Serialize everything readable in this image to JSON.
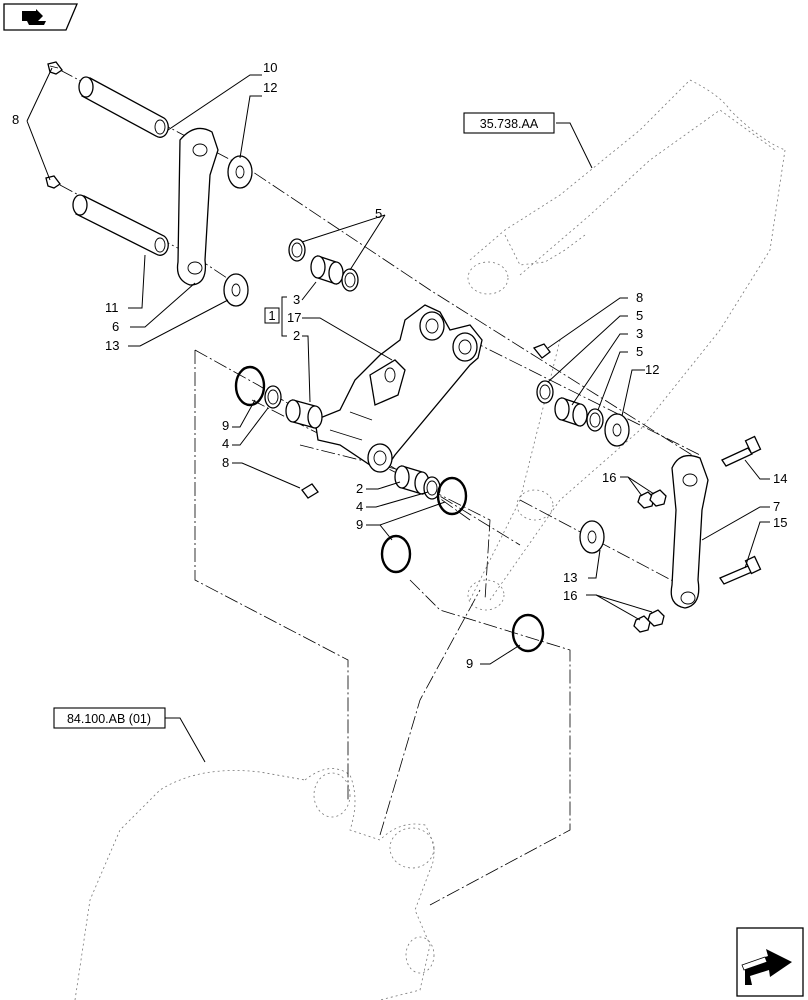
{
  "refs": {
    "boom": "35.738.AA",
    "bucket": "84.100.AB (01)",
    "kit": "1"
  },
  "callouts": {
    "c10": "10",
    "c12a": "12",
    "c8a": "8",
    "c5a": "5",
    "c3a": "3",
    "c17": "17",
    "c2a": "2",
    "c11": "11",
    "c6": "6",
    "c13a": "13",
    "c9a": "9",
    "c4a": "4",
    "c8b": "8",
    "c2b": "2",
    "c4b": "4",
    "c9b": "9",
    "c8c": "8",
    "c5b": "5",
    "c3b": "3",
    "c5c": "5",
    "c12b": "12",
    "c16a": "16",
    "c14": "14",
    "c7": "7",
    "c15": "15",
    "c13b": "13",
    "c16b": "16",
    "c9c": "9"
  },
  "icons": {
    "top_left": "book-nav-icon",
    "bottom_right": "next-page-arrow-icon"
  }
}
